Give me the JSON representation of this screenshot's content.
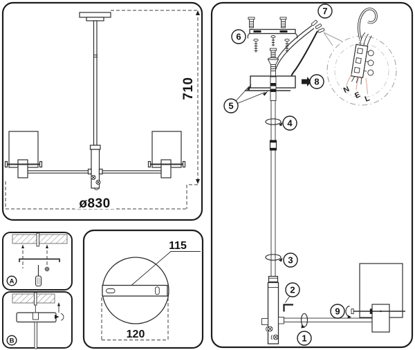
{
  "title": "light-fixture-installation-diagram",
  "colors": {
    "line": "#2d2d2d",
    "red_leader": "#d4948b",
    "detail_circle": "#9c9c9c",
    "background": "#ffffff"
  },
  "overview": {
    "height": "710",
    "diameter": "ø830"
  },
  "mount_steps": {
    "a": "A",
    "b": "B"
  },
  "canopy_detail": {
    "hole_spacing": "115",
    "diameter": "120"
  },
  "assembly": {
    "steps": [
      "1",
      "2",
      "3",
      "4",
      "5",
      "6",
      "7",
      "8",
      "9"
    ],
    "terminals": [
      "N",
      "E",
      "L"
    ]
  }
}
